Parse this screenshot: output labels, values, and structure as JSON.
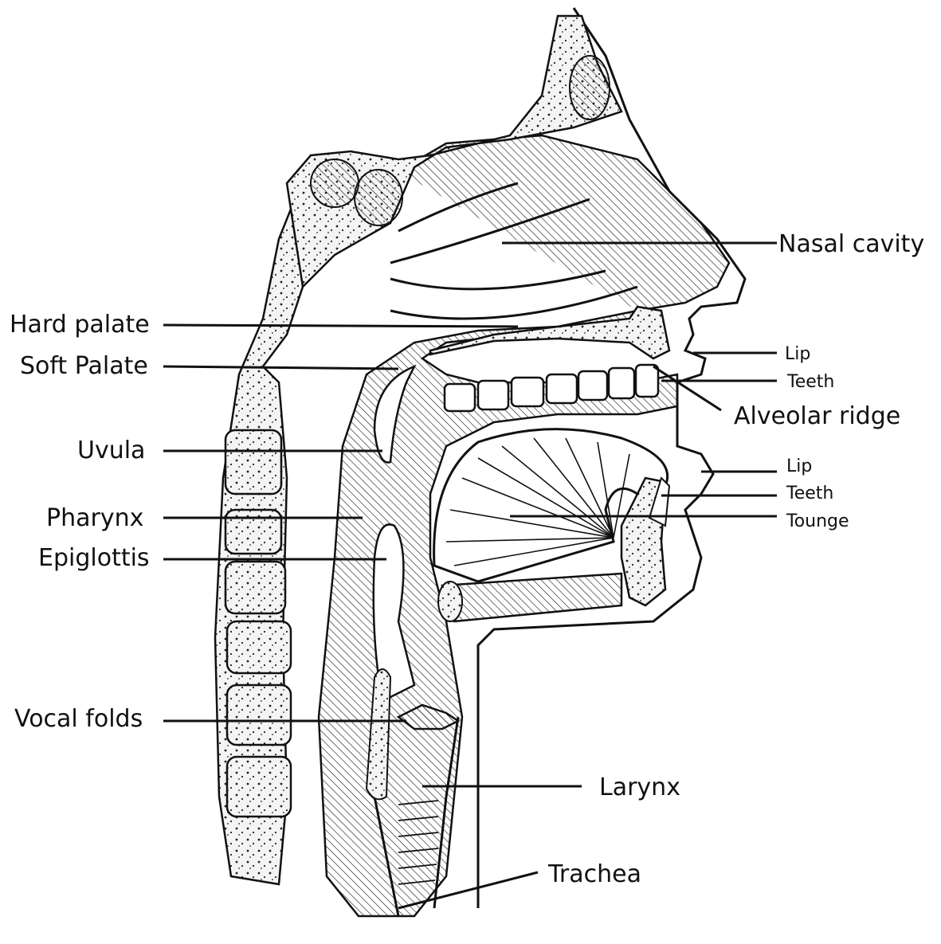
{
  "diagram": {
    "labels": {
      "nasal_cavity": "Nasal cavity",
      "hard_palate": "Hard palate",
      "soft_palate": "Soft Palate",
      "uvula": "Uvula",
      "pharynx": "Pharynx",
      "epiglottis": "Epiglottis",
      "vocal_folds": "Vocal folds",
      "larynx": "Larynx",
      "trachea": "Trachea",
      "upper_lip": "Lip",
      "upper_teeth": "Teeth",
      "alveolar_ridge": "Alveolar ridge",
      "lower_lip": "Lip",
      "lower_teeth": "Teeth",
      "tongue": "Tounge"
    }
  }
}
